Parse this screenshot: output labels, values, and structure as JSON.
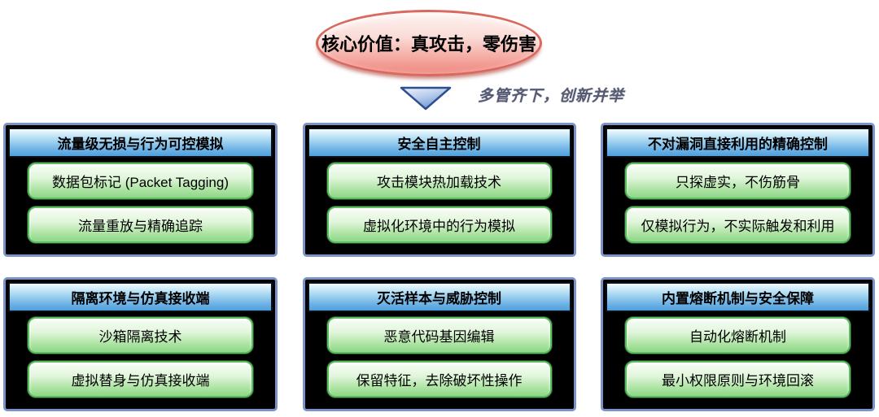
{
  "hero": {
    "label": "核心价值：真攻击，零伤害"
  },
  "arrow": {
    "icon": "down-triangle-icon"
  },
  "tagline": {
    "text": "多管齐下，创新并举"
  },
  "boxes": [
    {
      "title": "流量级无损与行为可控模拟",
      "items": [
        "数据包标记 (Packet Tagging)",
        "流量重放与精确追踪"
      ]
    },
    {
      "title": "安全自主控制",
      "items": [
        "攻击模块热加载技术",
        "虚拟化环境中的行为模拟"
      ]
    },
    {
      "title": "不对漏洞直接利用的精确控制",
      "items": [
        "只探虚实，不伤筋骨",
        "仅模拟行为，不实际触发和利用"
      ]
    },
    {
      "title": "隔离环境与仿真接收端",
      "items": [
        "沙箱隔离技术",
        "虚拟替身与仿真接收端"
      ]
    },
    {
      "title": "灭活样本与威胁控制",
      "items": [
        "恶意代码基因编辑",
        "保留特征，去除破坏性操作"
      ]
    },
    {
      "title": "内置熔断机制与安全保障",
      "items": [
        "自动化熔断机制",
        "最小权限原则与环境回滚"
      ]
    }
  ],
  "palette": {
    "ellipse_fill_top": "#fdf3f1",
    "ellipse_fill_bottom": "#ef8c84",
    "ellipse_border": "#d9695f",
    "arrow_fill_top": "#eaf1fa",
    "arrow_fill_bottom": "#6f9bd2",
    "arrow_border": "#2e4f8e",
    "box_border": "#7b93c8",
    "box_background": "#000000",
    "header_fill_top": "#f4fbfe",
    "header_fill_bottom": "#4f9fdb",
    "pill_fill_top": "#f7fdf5",
    "pill_fill_bottom": "#8cd787",
    "pill_border": "#58bd5d",
    "tagline_color": "#565b73"
  }
}
